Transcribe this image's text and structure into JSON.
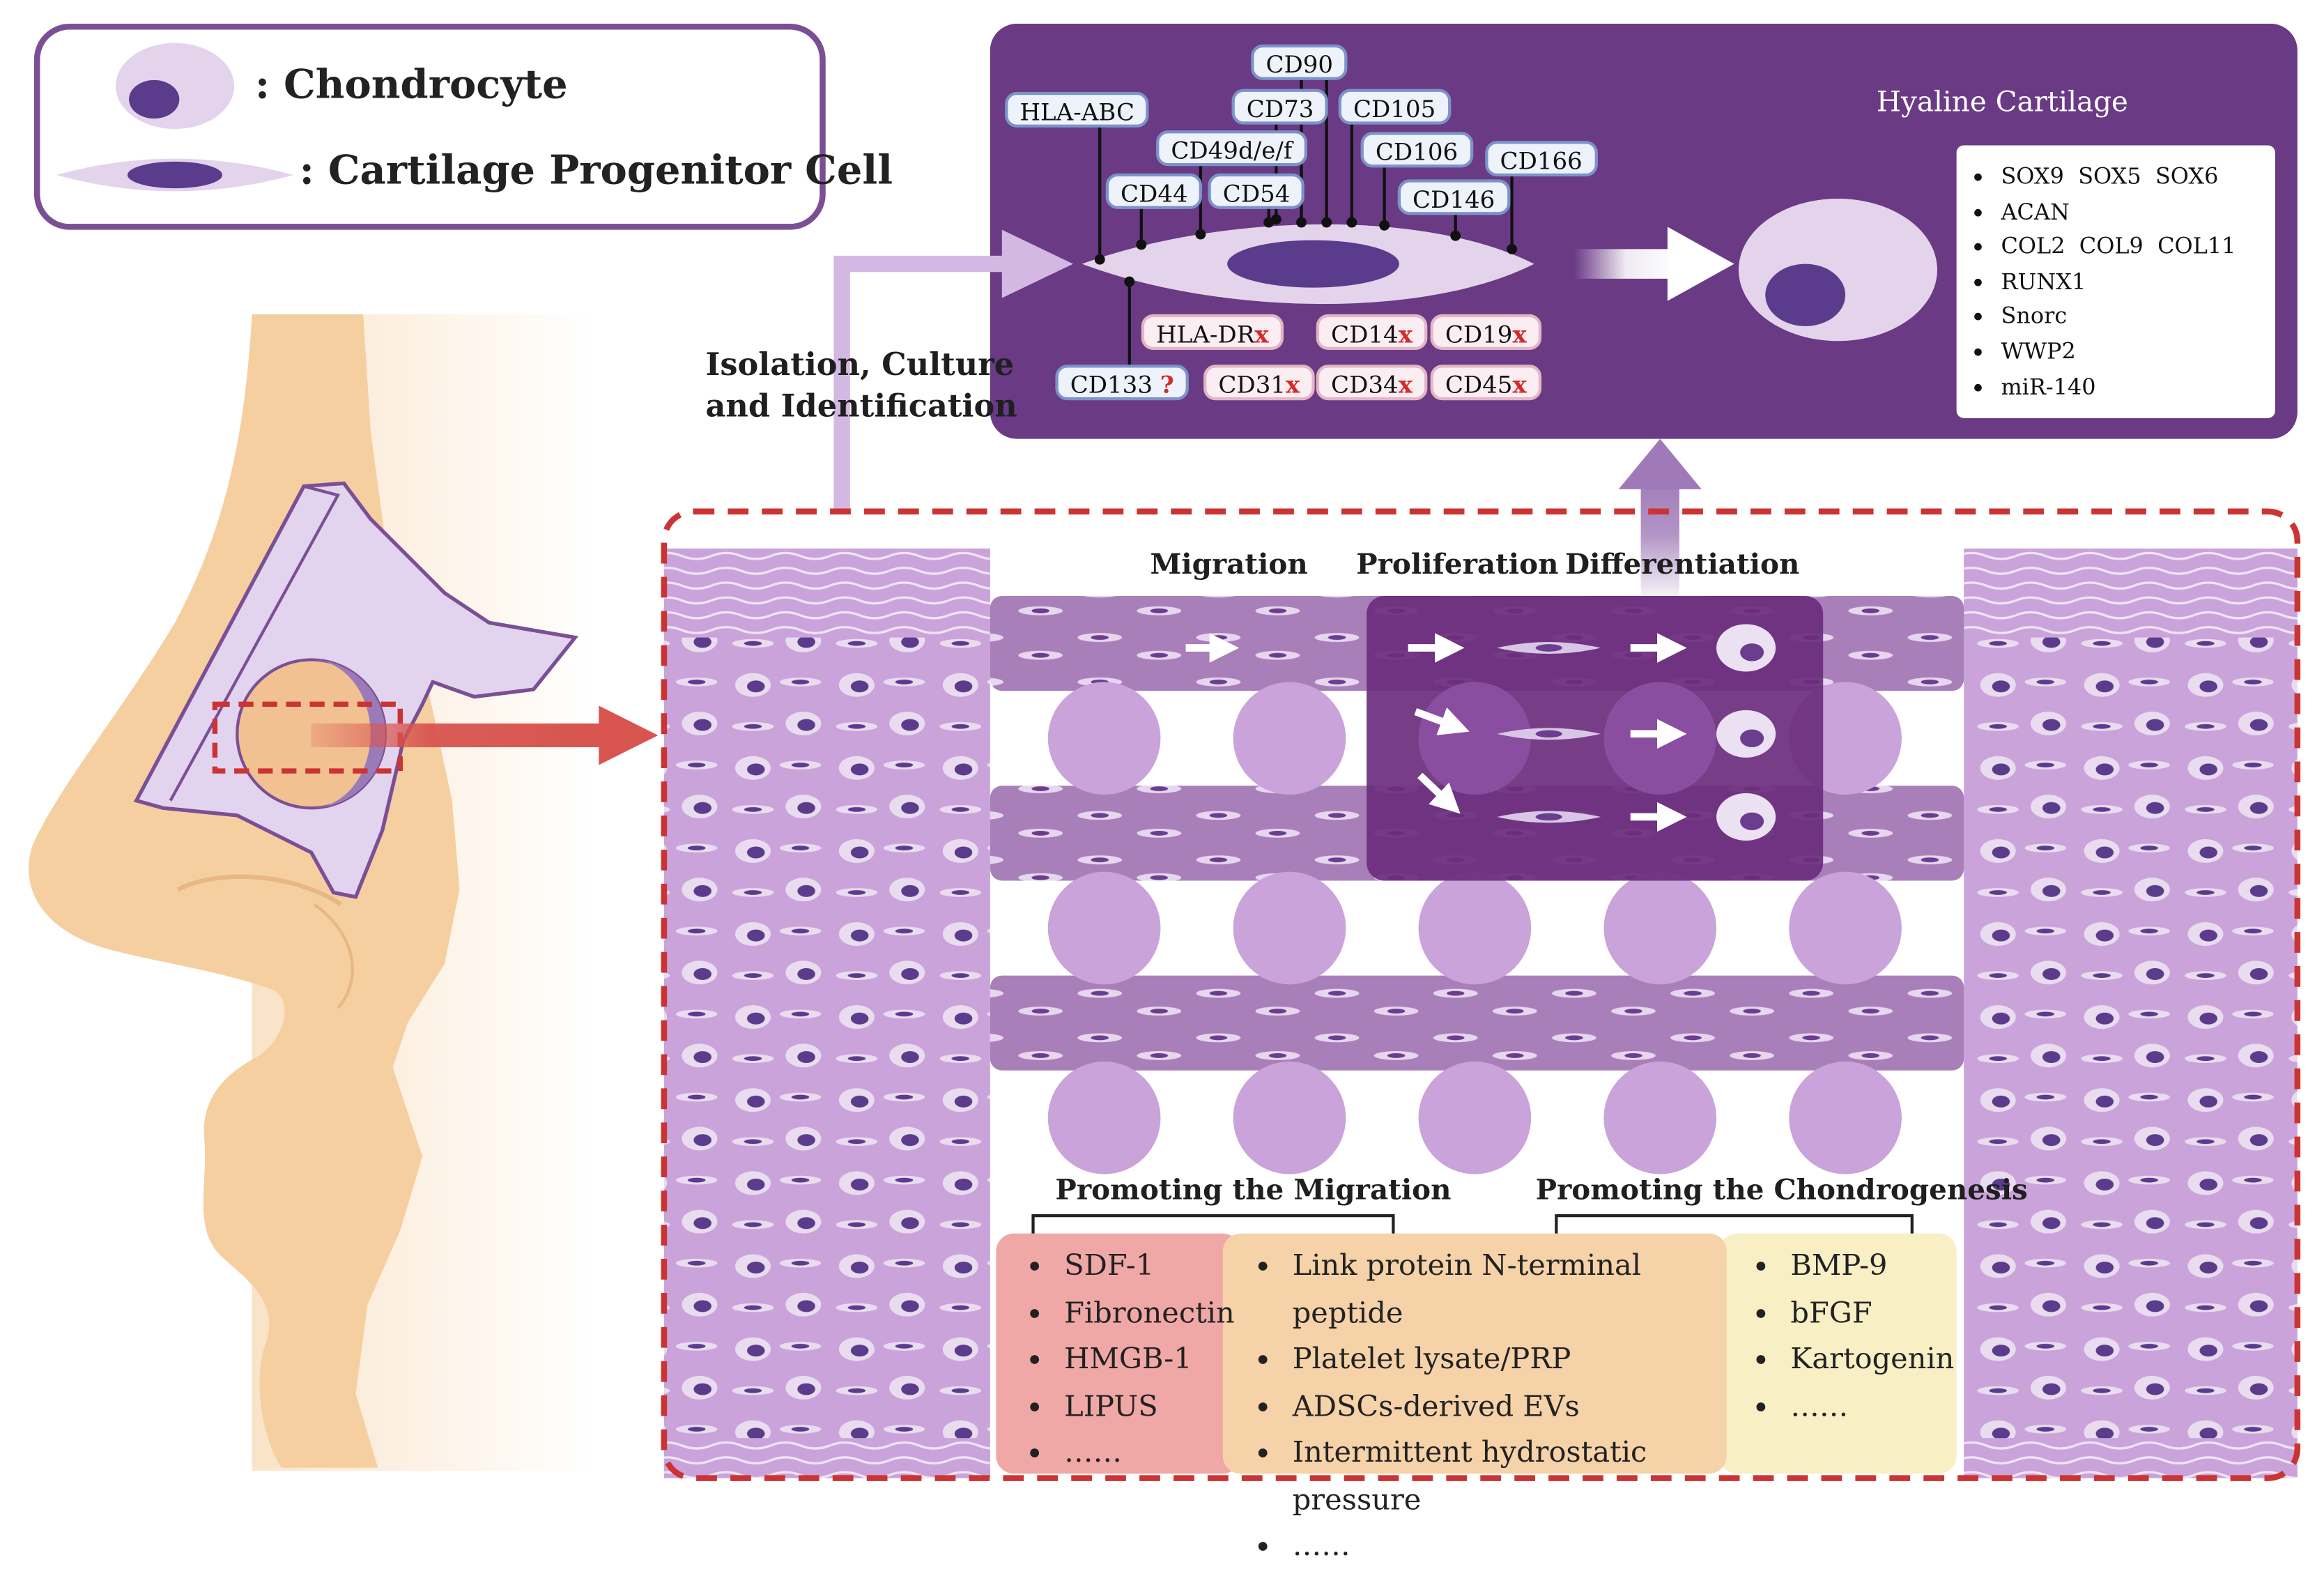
{
  "legend": {
    "chondrocyte": ": Chondrocyte",
    "progenitor": ": Cartilage Progenitor Cell"
  },
  "top_panel": {
    "title": "Hyaline Cartilage",
    "positive_markers": [
      "CD90",
      "HLA-ABC",
      "CD73",
      "CD105",
      "CD49d/e/f",
      "CD106",
      "CD166",
      "CD44",
      "CD54",
      "CD146"
    ],
    "negative_markers": [
      {
        "name": "HLA-DR",
        "mark": "x"
      },
      {
        "name": "CD14",
        "mark": "x"
      },
      {
        "name": "CD19",
        "mark": "x"
      },
      {
        "name": "CD133 ",
        "mark": "?"
      },
      {
        "name": "CD31",
        "mark": "x"
      },
      {
        "name": "CD34",
        "mark": "x"
      },
      {
        "name": "CD45",
        "mark": "x"
      }
    ],
    "genes": [
      "SOX9  SOX5  SOX6",
      "ACAN",
      "COL2  COL9  COL11",
      "RUNX1",
      "Snorc",
      "WWP2",
      "miR-140"
    ]
  },
  "isolation_label": {
    "line1": "Isolation, Culture",
    "line2": "and Identification"
  },
  "process": {
    "migration": "Migration",
    "proliferation": "Proliferation",
    "differentiation": "Differentiation"
  },
  "factors": {
    "migration_header": "Promoting the Migration",
    "chondrogenesis_header": "Promoting the Chondrogenesis",
    "migration_items": [
      "SDF-1",
      "Fibronectin",
      "HMGB-1",
      "LIPUS",
      "……"
    ],
    "shared_items": [
      "Link protein N-terminal peptide",
      "Platelet lysate/PRP",
      "ADSCs-derived EVs",
      "Intermittent hydrostatic pressure",
      "……"
    ],
    "chondrogenesis_items": [
      "BMP-9",
      "bFGF",
      "Kartogenin",
      "……"
    ]
  },
  "colors": {
    "top_panel_bg": "#6a3a85",
    "tissue": "#c9a3da",
    "tissue_band": "#a97fba",
    "dark_region": "#6b2d7c",
    "nucleus": "#5b3b8c",
    "migration_bg": "#f0a8a6",
    "shared_bg": "#f6d2a8",
    "chondro_bg": "#f9efc5",
    "dashed_border": "#cc3333",
    "skin": "#f6cfa0"
  }
}
